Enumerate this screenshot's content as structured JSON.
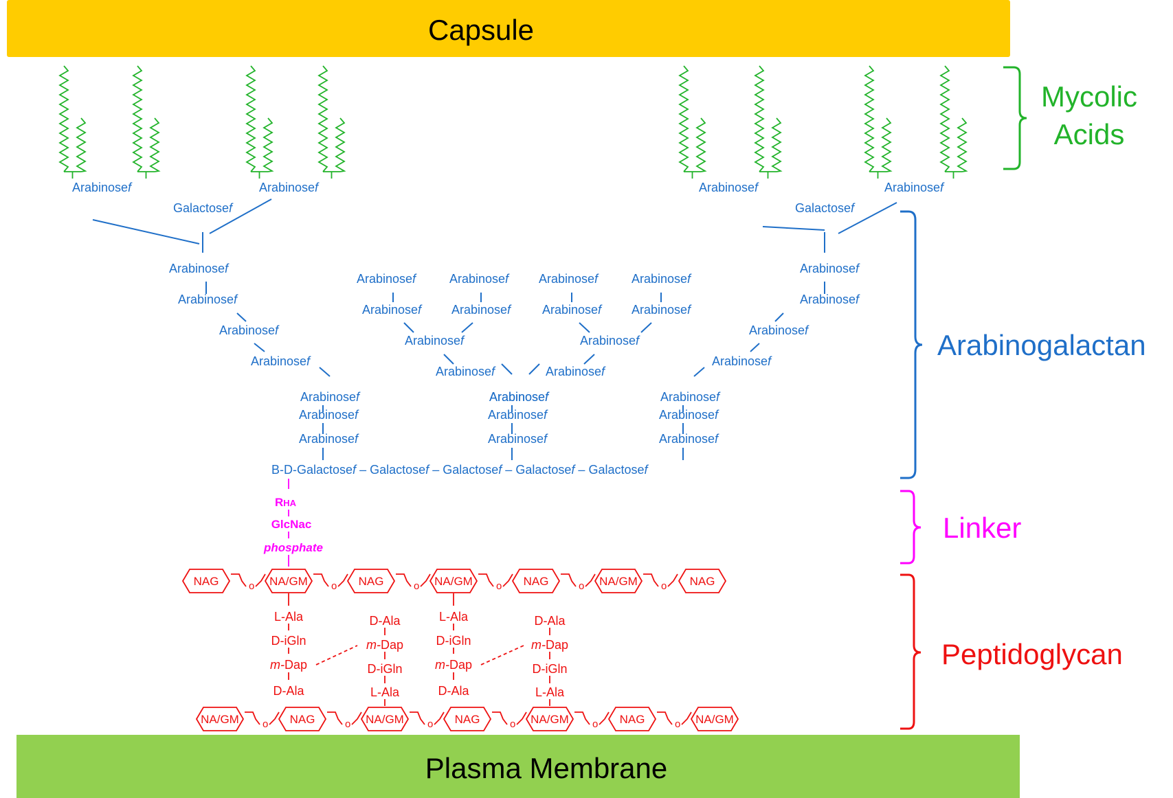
{
  "capsule": "Capsule",
  "plasma_membrane": "Plasma Membrane",
  "brackets": {
    "mycolic_line1": "Mycolic",
    "mycolic_line2": "Acids",
    "arabinogalactan": "Arabinogalactan",
    "linker": "Linker",
    "peptidoglycan": "Peptidoglycan"
  },
  "sugars": {
    "arabinose_stem": "Arabinose",
    "galactose_stem": "Galactose",
    "furanose_suffix": "f",
    "backbone_first": "B-D-Galactose",
    "dash": "–"
  },
  "linker": {
    "rha_main": "R",
    "rha_sub": "HA",
    "glcnac": "GlcNac",
    "phosphate": "phosphate"
  },
  "peptidoglycan": {
    "top_row": [
      "NAG",
      "NA/GM",
      "NAG",
      "NA/GM",
      "NAG",
      "NA/GM",
      "NAG"
    ],
    "bottom_row": [
      "NA/GM",
      "NAG",
      "NA/GM",
      "NAG",
      "NA/GM",
      "NAG",
      "NA/GM"
    ],
    "link": "o",
    "chain_down": [
      "L-Ala",
      "D-iGln",
      "m-Dap",
      "D-Ala"
    ],
    "chain_up": [
      "D-Ala",
      "m-Dap",
      "D-iGln",
      "L-Ala"
    ],
    "dap_prefix": "m-",
    "dap_stem": "Dap"
  },
  "colors": {
    "capsule": "#ffcc00",
    "membrane": "#92d050",
    "mycolic": "#22b32a",
    "arabinogalactan": "#1f6fc8",
    "linker": "#ff00ff",
    "peptidoglycan": "#ee1111"
  }
}
